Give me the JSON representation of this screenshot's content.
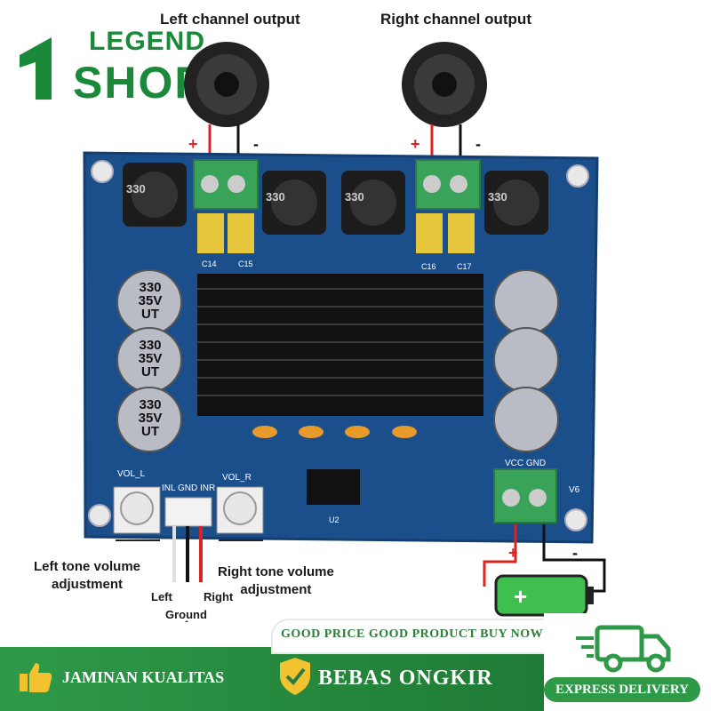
{
  "brand": {
    "line1": "LEGEND",
    "line2": "SHOP",
    "mark": "1"
  },
  "labels": {
    "left_output": "Left channel output",
    "right_output": "Right channel output",
    "left_tone": "Left tone volume\nadjustment",
    "right_tone": "Right tone volume\nadjustment",
    "wire_left": "Left",
    "wire_right": "Right",
    "ground": "Ground",
    "plus": "+",
    "minus": "-"
  },
  "board": {
    "inductor_label": "330",
    "cap_label_1": "330",
    "cap_label_2": "35V",
    "cap_label_3": "UT",
    "vol_l": "VOL_L",
    "vol_r": "VOL_R",
    "inl_gnd_inr": "INL GND INR",
    "vcc_gnd": "VCC GND",
    "v6": "V6",
    "c14": "C14",
    "c15": "C15",
    "c16": "C16",
    "c17": "C17",
    "u2": "U2"
  },
  "footer": {
    "tagline": "GOOD PRICE GOOD PRODUCT BUY NOW",
    "quality": "JAMINAN KUALITAS",
    "shipping": "BEBAS ONGKIR",
    "express": "EXPRESS DELIVERY"
  },
  "colors": {
    "brand_green": "#1a8a3a",
    "board_blue": "#1b4f8c",
    "terminal_green": "#3aa35a"
  }
}
